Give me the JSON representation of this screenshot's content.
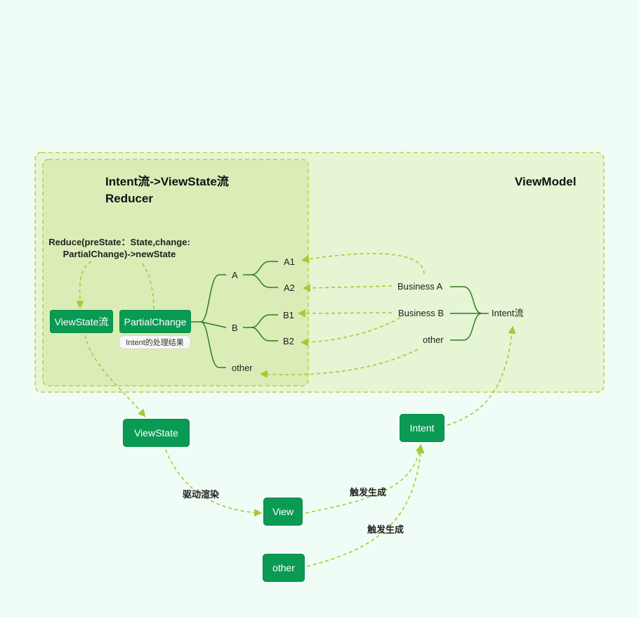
{
  "titles": {
    "reducer_line1": "Intent流->ViewState流",
    "reducer_line2": "Reducer",
    "viewmodel": "ViewModel"
  },
  "reduce_signature": {
    "line1": "Reduce(preState：State,change:",
    "line2": "PartialChange)->newState"
  },
  "nodes": {
    "viewstate_flow": "ViewState流",
    "partial_change": "PartialChange",
    "partial_change_tag": "Intent的处理结果",
    "viewstate": "ViewState",
    "intent": "Intent",
    "view": "View",
    "other": "other"
  },
  "branches": {
    "a": "A",
    "a1": "A1",
    "a2": "A2",
    "b": "B",
    "b1": "B1",
    "b2": "B2",
    "other": "other"
  },
  "business": {
    "a": "Business A",
    "b": "Business B",
    "other": "other",
    "intent_flow": "Intent流"
  },
  "edge_labels": {
    "drive_render": "驱动渲染",
    "trigger_view": "触发生成",
    "trigger_other": "触发生成"
  },
  "colors": {
    "outer_container": "#e6f5d4",
    "inner_container": "#daedb7",
    "node": "#0a9a53",
    "dashed_arrow": "#a8c934",
    "tree_line": "#2e7d1f"
  }
}
